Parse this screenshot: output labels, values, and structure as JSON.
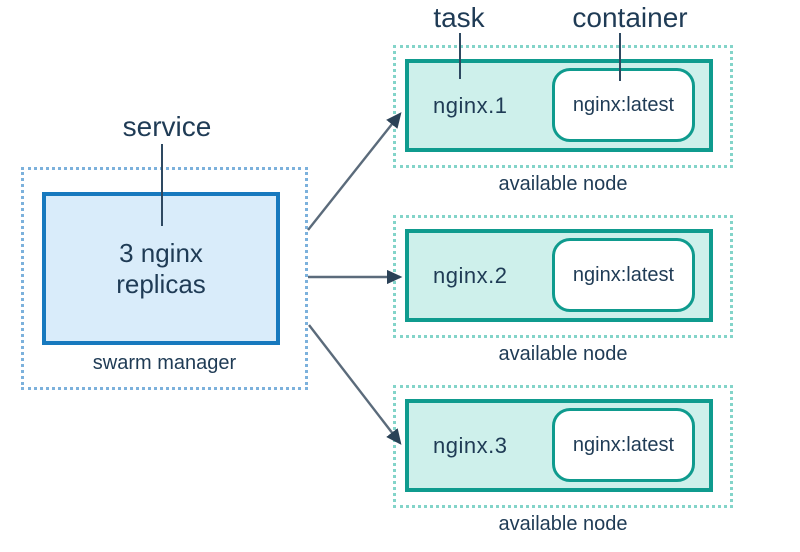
{
  "diagram": {
    "labels": {
      "service": "service",
      "task": "task",
      "container": "container"
    },
    "manager": {
      "box_text": "3 nginx replicas",
      "caption": "swarm manager"
    },
    "nodes": [
      {
        "task": "nginx.1",
        "container": "nginx:latest",
        "caption": "available node"
      },
      {
        "task": "nginx.2",
        "container": "nginx:latest",
        "caption": "available node"
      },
      {
        "task": "nginx.3",
        "container": "nginx:latest",
        "caption": "available node"
      }
    ],
    "colors": {
      "blue_border": "#1779BE",
      "blue_fill": "#D9ECFA",
      "blue_dotted": "#7CB1DC",
      "teal_border": "#0F9B8E",
      "teal_fill": "#CEF0EB",
      "teal_dotted": "#83D4C9",
      "text": "#1F3B55",
      "arrow_line": "#5B6B7B",
      "arrow_head": "#2B4257",
      "pointer_line": "#2E4961"
    }
  }
}
